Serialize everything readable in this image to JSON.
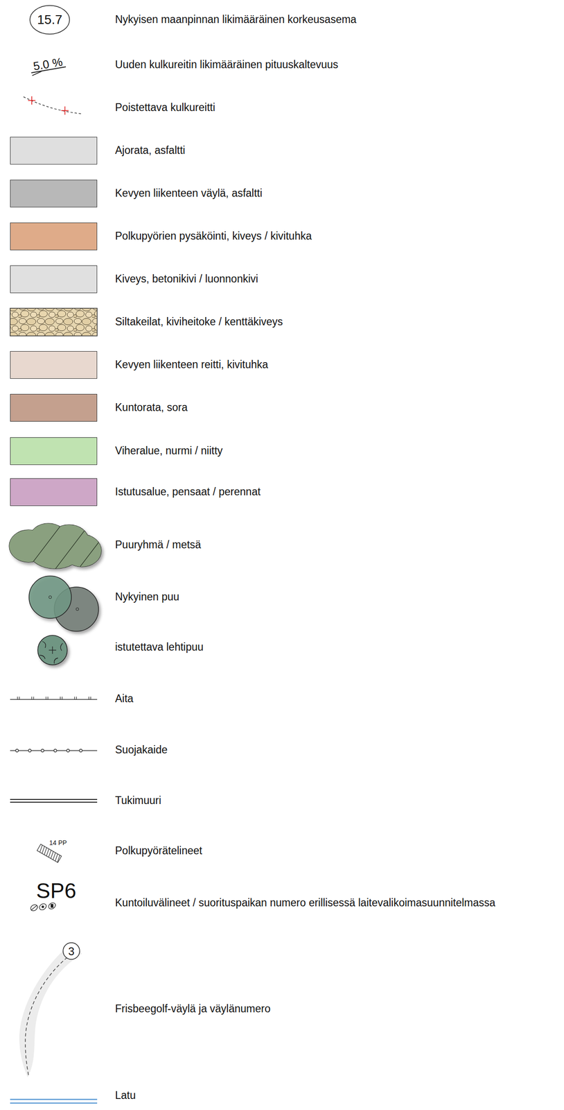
{
  "diagram": {
    "labels": [
      "15.7",
      "5.0 %",
      "14 PP",
      "SP6",
      "3"
    ],
    "legend": [
      {
        "text": "Nykyisen maanpinnan likimääräinen korkeusasema"
      },
      {
        "text": "Uuden kulkureitin likimääräinen pituuskaltevuus"
      },
      {
        "text": "Poistettava kulkureitti"
      },
      {
        "text": "Ajorata, asfaltti",
        "color": "#dfdfdf"
      },
      {
        "text": "Kevyen liikenteen väylä, asfaltti",
        "color": "#b8b8b8"
      },
      {
        "text": "Polkupyörien pysäköinti, kiveys / kivituhka",
        "color": "#dfab89"
      },
      {
        "text": "Kiveys, betonikivi / luonnonkivi",
        "color": "#e0e0e0"
      },
      {
        "text": "Siltakeilat, kiviheitoke / kenttäkiveys"
      },
      {
        "text": "Kevyen liikenteen reitti, kivituhka",
        "color": "#e8d8cf"
      },
      {
        "text": "Kuntorata, sora",
        "color": "#c4a08e"
      },
      {
        "text": "Viheralue, nurmi / niitty",
        "color": "#c0e3b1"
      },
      {
        "text": "Istutusalue, pensaat / perennat",
        "color": "#cea7c7"
      },
      {
        "text": "Puuryhmä / metsä"
      },
      {
        "text": "Nykyinen puu"
      },
      {
        "text": "istutettava lehtipuu"
      },
      {
        "text": "Aita"
      },
      {
        "text": "Suojakaide"
      },
      {
        "text": "Tukimuuri"
      },
      {
        "text": "Polkupyörätelineet"
      },
      {
        "text": "Kuntoiluvälineet / suorituspaikan numero erillisessä laitevalikoimasuunnitelmassa"
      },
      {
        "text": "Frisbeegolf-väylä ja väylänumero"
      },
      {
        "text": "Latu"
      }
    ]
  }
}
